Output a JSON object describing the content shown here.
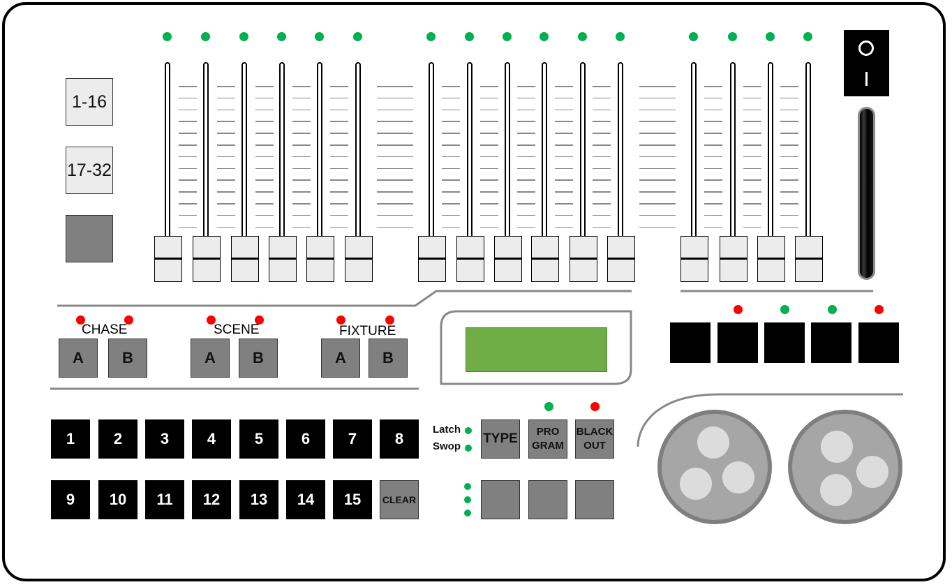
{
  "bank_buttons": {
    "bank_a": "1-16",
    "bank_b": "17-32"
  },
  "fader_leds": {
    "count": 16,
    "color": "#00b050"
  },
  "groups": {
    "chase": {
      "label": "CHASE",
      "a": "A",
      "b": "B"
    },
    "scene": {
      "label": "SCENE",
      "a": "A",
      "b": "B"
    },
    "fixture": {
      "label": "FIXTURE",
      "a": "A",
      "b": "B"
    }
  },
  "number_pad": [
    "1",
    "2",
    "3",
    "4",
    "5",
    "6",
    "7",
    "8",
    "9",
    "10",
    "11",
    "12",
    "13",
    "14",
    "15"
  ],
  "clear_label": "CLEAR",
  "modes": {
    "latch": "Latch",
    "swop": "Swop"
  },
  "function_buttons": {
    "type": "TYPE",
    "program_line1": "PRO",
    "program_line2": "GRAM",
    "blackout_line1": "BLACK",
    "blackout_line2": "OUT"
  },
  "power_switch": {
    "on_symbol": "I",
    "off_symbol": "O"
  },
  "display": {
    "color": "#70ad47"
  },
  "colors": {
    "led_green": "#00b050",
    "led_red": "#ff0000",
    "button_gray": "#808080",
    "lcd_green": "#70ad47"
  }
}
